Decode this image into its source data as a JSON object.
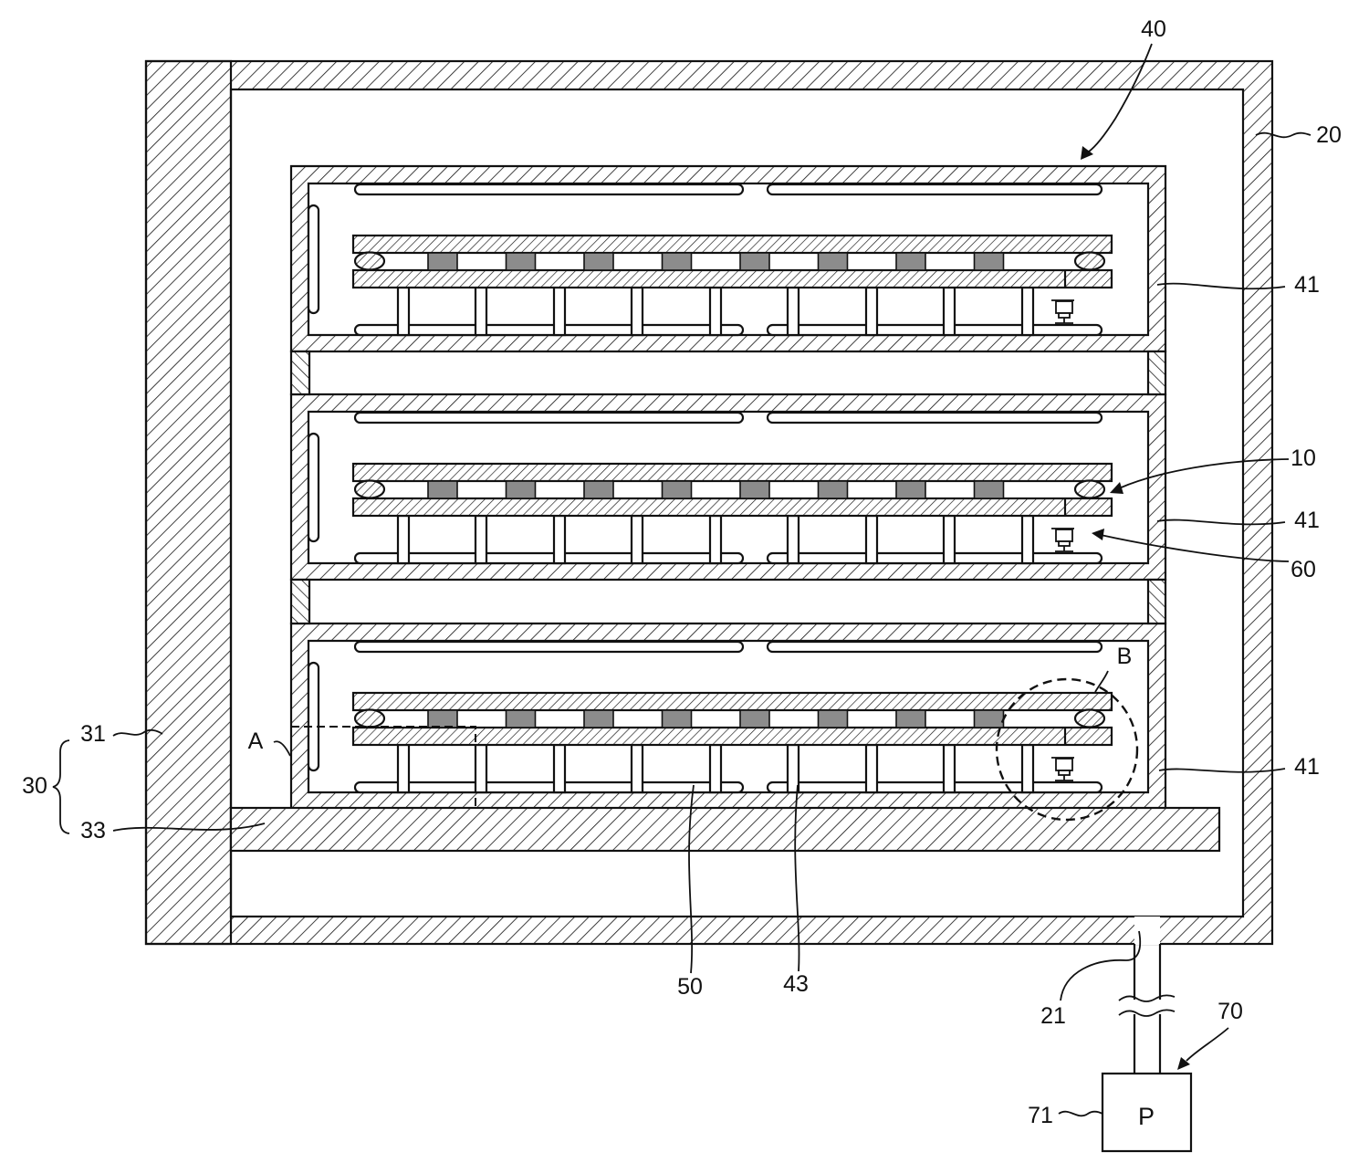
{
  "labels": {
    "l40": "40",
    "l20": "20",
    "l41a": "41",
    "l10": "10",
    "l41b": "41",
    "l60": "60",
    "lB": "B",
    "lA": "A",
    "l31": "31",
    "l30": "30",
    "l33": "33",
    "l41c": "41",
    "l50": "50",
    "l43": "43",
    "l21": "21",
    "l70": "70",
    "l71": "71",
    "pump": "P"
  },
  "bumps_per_tray": 8
}
